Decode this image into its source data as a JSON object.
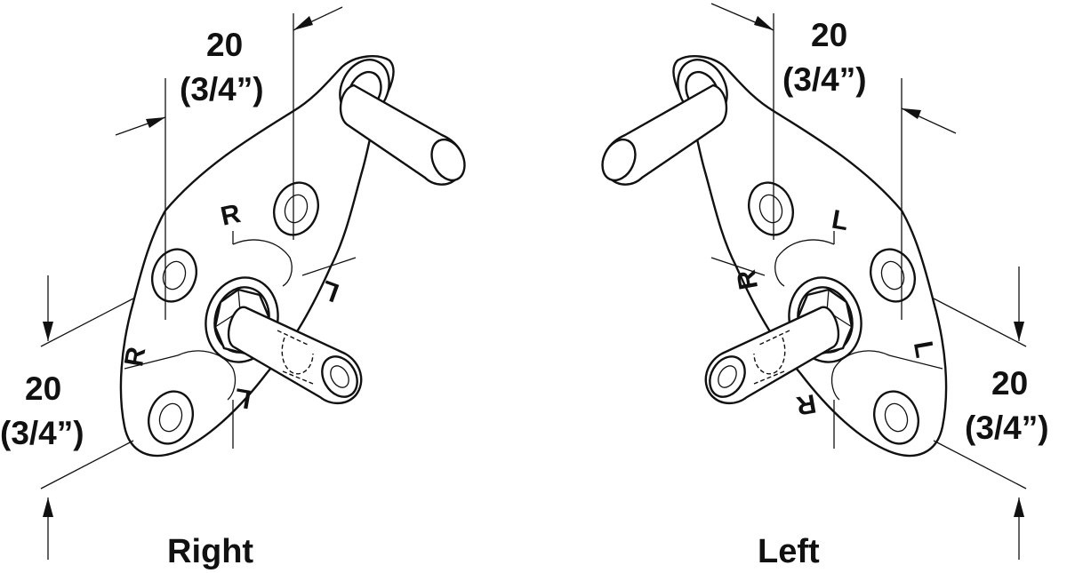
{
  "views": {
    "right": {
      "caption": "Right",
      "top_dim_value": "20",
      "top_dim_imperial": "(3/4”)",
      "side_dim_value": "20",
      "side_dim_imperial": "(3/4”)",
      "stamp_r_upper": "R",
      "stamp_l_upper": "L",
      "stamp_r_lower": "R",
      "stamp_l_lower": "L"
    },
    "left": {
      "caption": "Left",
      "top_dim_value": "20",
      "top_dim_imperial": "(3/4”)",
      "side_dim_value": "20",
      "side_dim_imperial": "(3/4”)",
      "stamp_r_upper": "R",
      "stamp_l_upper": "L",
      "stamp_r_lower": "R",
      "stamp_l_lower": "L"
    }
  }
}
